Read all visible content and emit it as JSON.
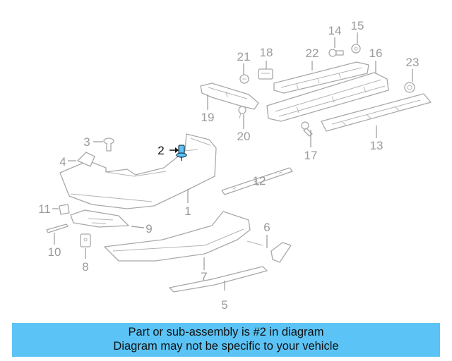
{
  "diagram": {
    "highlight_part": "2",
    "callouts": [
      "1",
      "2",
      "3",
      "4",
      "5",
      "6",
      "7",
      "8",
      "9",
      "10",
      "11",
      "12",
      "13",
      "14",
      "15",
      "16",
      "17",
      "18",
      "19",
      "20",
      "21",
      "22",
      "23"
    ]
  },
  "banner": {
    "line1": "Part or sub-assembly is #2 in diagram",
    "line2": "Diagram may not be specific to your vehicle",
    "color": "#5bc3f5"
  }
}
